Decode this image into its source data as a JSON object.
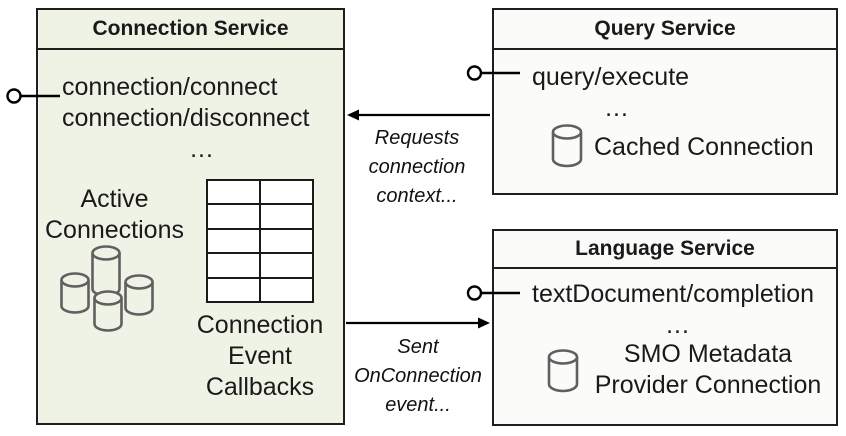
{
  "services": {
    "connection": {
      "title": "Connection Service",
      "method_1": "connection/connect",
      "method_2": "connection/disconnect",
      "ellipsis": "...",
      "active_label_1": "Active",
      "active_label_2": "Connections",
      "callbacks_label_1": "Connection",
      "callbacks_label_2": "Event",
      "callbacks_label_3": "Callbacks"
    },
    "query": {
      "title": "Query Service",
      "method_1": "query/execute",
      "ellipsis": "...",
      "store_label": "Cached Connection"
    },
    "language": {
      "title": "Language Service",
      "method_1": "textDocument/completion",
      "ellipsis": "...",
      "store_label_1": "SMO Metadata",
      "store_label_2": "Provider Connection"
    }
  },
  "connectors": {
    "requests_label_1": "Requests",
    "requests_label_2": "connection",
    "requests_label_3": "context...",
    "sent_label_1": "Sent",
    "sent_label_2": "OnConnection",
    "sent_label_3": "event..."
  },
  "colors": {
    "connection_fill": "#eff3e6",
    "service_fill": "#fbfbf9",
    "border": "#1f1f1f",
    "cylinder_stroke": "#606060",
    "arrow": "#000000"
  }
}
